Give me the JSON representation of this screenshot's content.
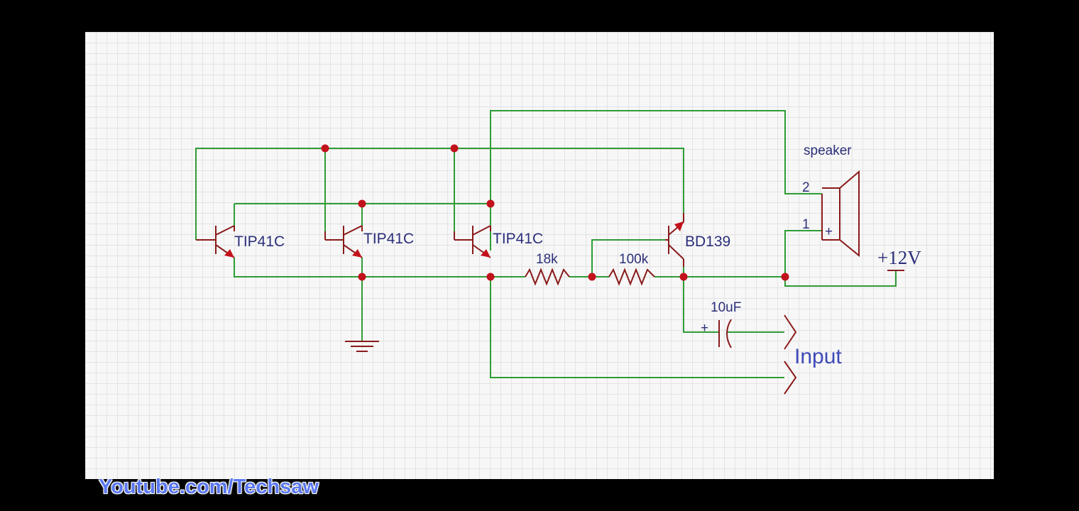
{
  "diagram": {
    "transistors": [
      {
        "id": "q1",
        "label": "TIP41C"
      },
      {
        "id": "q2",
        "label": "TIP41C"
      },
      {
        "id": "q3",
        "label": "TIP41C"
      },
      {
        "id": "q4",
        "label": "BD139"
      }
    ],
    "resistors": [
      {
        "id": "r1",
        "label": "18k"
      },
      {
        "id": "r2",
        "label": "100k"
      }
    ],
    "capacitor": {
      "label": "10uF",
      "polarity": "+"
    },
    "speaker": {
      "label": "speaker",
      "pin1": "1",
      "pin2": "2",
      "polarity": "+"
    },
    "supply": {
      "label": "+12V"
    },
    "input": {
      "label": "Input"
    }
  },
  "colors": {
    "wire": "#2e9c35",
    "component": "#8a1a1a",
    "node": "#c2121b",
    "label": "#2b2f7a"
  },
  "watermark": "Youtube.com/Techsaw"
}
